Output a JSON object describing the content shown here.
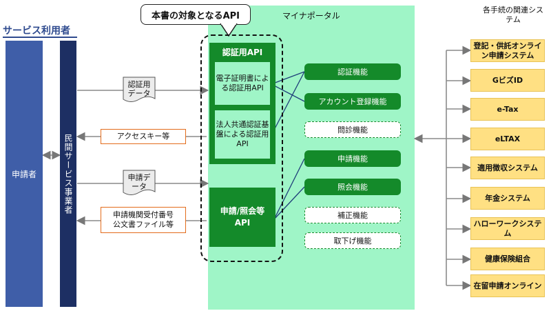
{
  "users": {
    "title": "サービス利用者",
    "applicant": "申請者",
    "service_provider": "民間サービス事業者"
  },
  "flows": {
    "auth_data": "認証用データ",
    "access_key": "アクセスキー等",
    "application_data": "申請データ",
    "receipt_line1": "申請機関受付番号",
    "receipt_line2": "公文書ファイル等"
  },
  "portal": {
    "title": "マイナポータル",
    "api_callout": "本書の対象となるAPI",
    "auth_api": {
      "title": "認証用API",
      "sub1": "電子証明書による認証用API",
      "sub2": "法人共通認証基盤による認証用API"
    },
    "apply_api": {
      "line1": "申請/照会等",
      "line2": "API"
    },
    "functions": [
      {
        "label": "認証機能",
        "style": "solid"
      },
      {
        "label": "アカウント登録機能",
        "style": "solid"
      },
      {
        "label": "問診機能",
        "style": "dashed"
      },
      {
        "label": "申請機能",
        "style": "solid"
      },
      {
        "label": "照会機能",
        "style": "solid"
      },
      {
        "label": "補正機能",
        "style": "dashed"
      },
      {
        "label": "取下げ機能",
        "style": "dashed"
      }
    ]
  },
  "systems": {
    "title": "各手続の関連システム",
    "items": [
      "登記・供託オンライン申請システム",
      "GビズID",
      "e-Tax",
      "eLTAX",
      "適用徴収システム",
      "年金システム",
      "ハローワークシステム",
      "健康保険組合",
      "在留申請オンライン"
    ]
  },
  "colors": {
    "green_dark": "#148a2a",
    "green_light": "#9ff5c7",
    "blue": "#3f5ea8",
    "navy": "#1d2f63",
    "orange": "#e36b1a",
    "yellow": "#ffe083"
  }
}
